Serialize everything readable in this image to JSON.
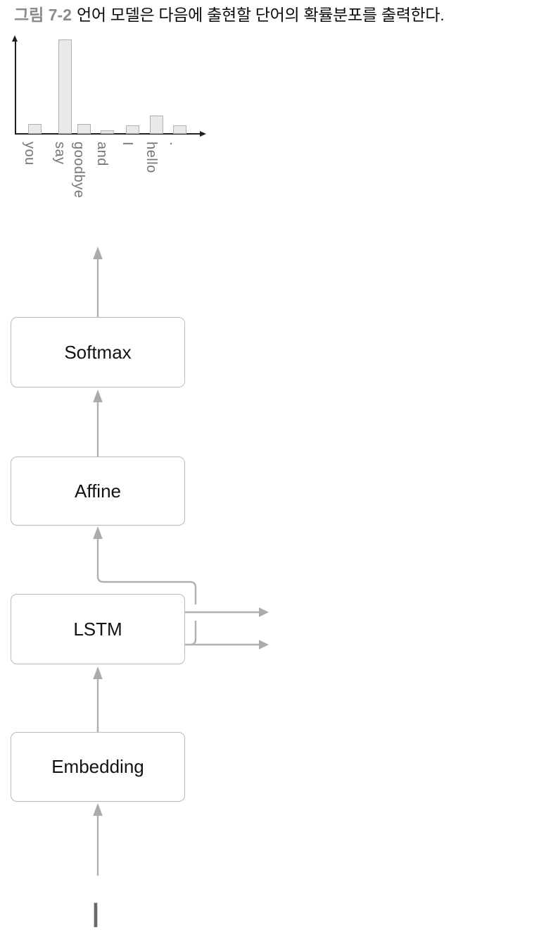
{
  "title": {
    "tag": "그림 7-2",
    "text": "언어 모델은 다음에 출현할 단어의 확률분포를 출력한다."
  },
  "chart_data": {
    "type": "bar",
    "title": "",
    "xlabel": "",
    "ylabel": "",
    "categories": [
      "you",
      "say",
      "goodbye",
      "and",
      "I",
      "hello",
      "."
    ],
    "values": [
      0.1,
      0.99,
      0.1,
      0.04,
      0.09,
      0.19,
      0.09
    ],
    "ylim": [
      0,
      1
    ],
    "grid": false,
    "legend": false,
    "tick_label_rotation_deg": 90,
    "bar_fill": "#e9e9e9",
    "bar_border": "#b1b1b1"
  },
  "pipeline": {
    "layers": [
      {
        "label": "Softmax"
      },
      {
        "label": "Affine"
      },
      {
        "label": "LSTM"
      },
      {
        "label": "Embedding"
      }
    ]
  },
  "input_word": "I",
  "colors": {
    "connector": "#b0b0b0",
    "arrowhead": "#ababab",
    "box_border": "#bababa",
    "box_text": "#121212",
    "bar_fill": "#e9e9e9",
    "bar_border": "#b1b1b1",
    "axis": "#1f1f1f",
    "bar_label": "#767676",
    "title_tag": "#8a8a8a",
    "title_text": "#0c0c0c",
    "input_word": "#696969"
  }
}
